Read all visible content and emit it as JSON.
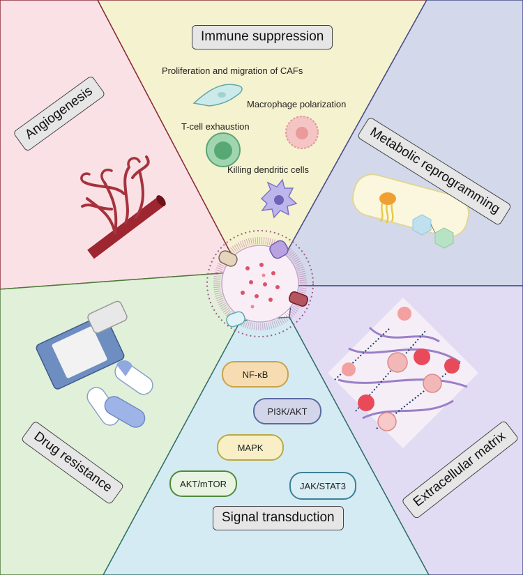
{
  "sections": {
    "immune": {
      "title": "Immune suppression",
      "items": [
        "Proliferation and migration of CAFs",
        "Macrophage polarization",
        "T-cell exhaustion",
        "Killing dendritic cells"
      ]
    },
    "angiogenesis": {
      "title": "Angiogenesis"
    },
    "metabolic": {
      "title": "Metabolic reprogramming"
    },
    "drug": {
      "title": "Drug resistance"
    },
    "ecm": {
      "title": "Extracellular matrix"
    },
    "signal": {
      "title": "Signal transduction",
      "pathways": [
        "NF-κB",
        "PI3K/AKT",
        "MAPK",
        "AKT/mTOR",
        "JAK/STAT3"
      ]
    }
  },
  "colors": {
    "immune_bg": "#f5f2cf",
    "angio_bg": "#f9e1e6",
    "metabolic_bg": "#d3d8ea",
    "drug_bg": "#e1f0d8",
    "ecm_bg": "#e1dcf3",
    "signal_bg": "#d5ebf3",
    "pill_nfkb": "#c9a24a",
    "pill_pi3k": "#5a6aa0",
    "pill_mapk": "#b8a84a",
    "pill_akt": "#4e8a3a",
    "pill_jak": "#3e7f96"
  }
}
